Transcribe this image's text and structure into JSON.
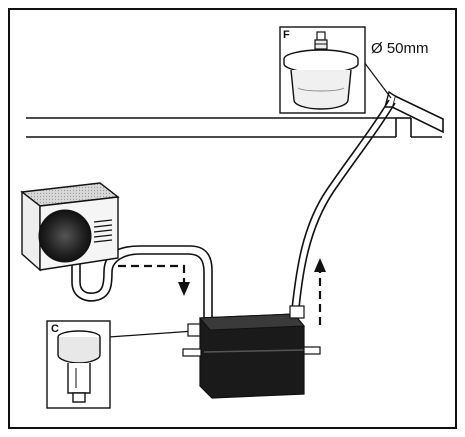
{
  "labels": {
    "part_f": "F",
    "part_c": "C",
    "diameter": "Ø 50mm"
  },
  "colors": {
    "stroke": "#111111",
    "background": "#ffffff",
    "unit_dark": "#1a1a1a",
    "unit_shade": "#3a3a3a",
    "fan": "#2b2b2b"
  },
  "icons": {
    "ac_unit": "outdoor-ac-unit-icon",
    "pump": "condensate-pump-icon",
    "adapter_f": "drain-adapter-icon",
    "adapter_c": "inlet-connector-icon"
  }
}
